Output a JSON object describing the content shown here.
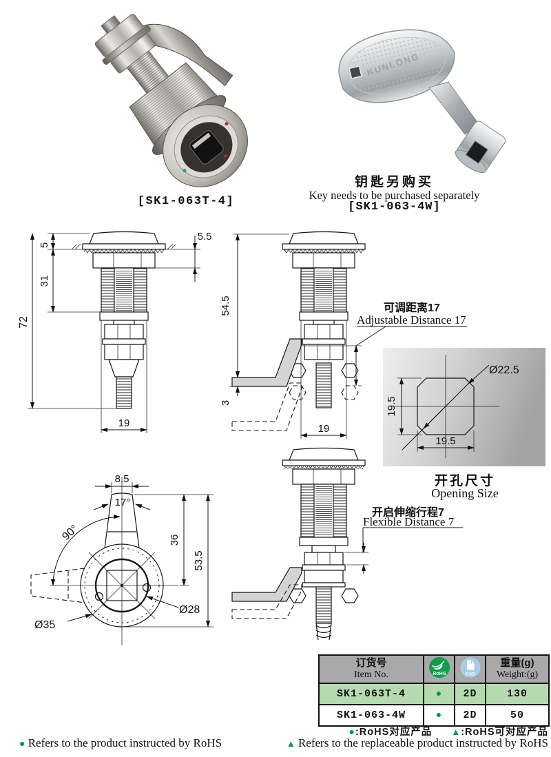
{
  "photos": {
    "lock_label": "[SK1-063T-4]",
    "key_brand": "KUNLONG",
    "key_note_cn": "钥匙另购买",
    "key_note_en": "Key needs to be purchased separately",
    "key_label": "[SK1-063-4W]"
  },
  "drawings": {
    "front": {
      "dim_cap": "5",
      "dim_thread": "31",
      "dim_total": "72",
      "dim_flange": "5.5",
      "dim_width": "19"
    },
    "adjust": {
      "dim_height": "54.5",
      "dim_foot": "3",
      "dim_width": "19",
      "callout_cn": "可调距离17",
      "callout_en": "Adjustable Distance 17"
    },
    "opening": {
      "dia": "Ø22.5",
      "dim_h": "19.5",
      "dim_w": "19.5",
      "title_cn": "开孔尺寸",
      "title_en": "Opening Size"
    },
    "top": {
      "dim_tip": "8.5",
      "angle_taper": "17°",
      "angle_rotate": "90°",
      "dim_center": "36",
      "dim_total": "53.5",
      "dia_outer": "Ø35",
      "dia_inner": "Ø28"
    },
    "flex": {
      "callout_cn": "开启伸缩行程7",
      "callout_en": "Flexible Distance 7"
    }
  },
  "table": {
    "header": {
      "item_cn": "订货号",
      "item_en": "Item No.",
      "rohs": "RoHS",
      "cad": "CAD",
      "weight_cn": "重量(g)",
      "weight_en": "Weight:(g)"
    },
    "rows": [
      {
        "item": "SK1-063T-4",
        "dot": "●",
        "cad": "2D",
        "weight": "130"
      },
      {
        "item": "SK1-063-4W",
        "dot": "●",
        "cad": "2D",
        "weight": "50"
      }
    ]
  },
  "footnotes": {
    "dot": "●",
    "tri": "▲",
    "cn_dot": ":RoHS对应产品",
    "cn_tri": ":RoHS可对应产品",
    "en_dot": "Refers to the product instructed by RoHS",
    "en_tri": "Refers to the replaceable product instructed by RoHS"
  },
  "colors": {
    "green": "#009a45",
    "row_green": "#b6dab0",
    "header_gray": "#a9a9a9",
    "cad_blue": "#a8cde9"
  }
}
